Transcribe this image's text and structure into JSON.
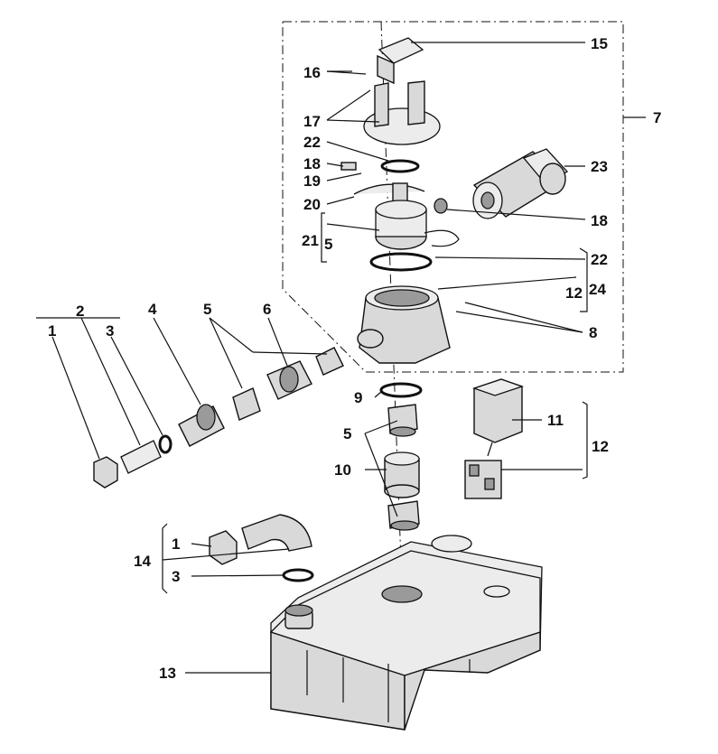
{
  "labels": {
    "l1a": "1",
    "l2": "2",
    "l3a": "3",
    "l4": "4",
    "l5a": "5",
    "l6": "6",
    "l7": "7",
    "l8": "8",
    "l9": "9",
    "l10": "10",
    "l11": "11",
    "l12a": "12",
    "l13": "13",
    "l14": "14",
    "l1b": "1",
    "l3b": "3",
    "l5b": "5",
    "l15": "15",
    "l16": "16",
    "l17": "17",
    "l22a": "22",
    "l18a": "18",
    "l19": "19",
    "l20": "20",
    "l21": "21",
    "l5c": "5",
    "l23": "23",
    "l18b": "18",
    "l22b": "22",
    "l12b": "12",
    "l24": "24"
  }
}
